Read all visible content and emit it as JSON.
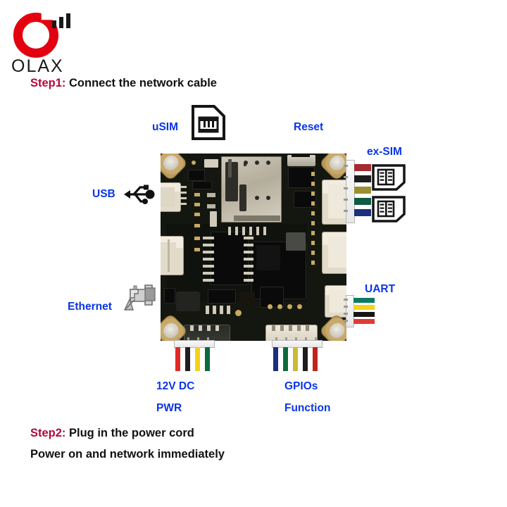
{
  "brand": {
    "name": "OLAX",
    "logo_colors": {
      "ring": "#e3000f",
      "bars": "#1a1a1a",
      "wordmark": "#1a1a1a"
    },
    "icons": {
      "ring": "olax-ring-logo",
      "bars": "signal-bars-icon"
    }
  },
  "colors": {
    "step_tag": "#b3063a",
    "step_text": "#111111",
    "callout_label": "#0a35e8",
    "pcb_board": "#0d0f0c"
  },
  "steps": [
    {
      "tag": "Step1:",
      "text": "Connect the network cable"
    },
    {
      "tag": "Step2:",
      "text": "Plug in the power cord"
    }
  ],
  "step2_extra_line": "Power on and network immediately",
  "callouts": {
    "usim": "uSIM",
    "reset": "Reset",
    "ex_sim": "ex-SIM",
    "usb": "USB",
    "uart": "UART",
    "ethernet": "Ethernet",
    "pwr_line1": "12V DC",
    "pwr_line2": "PWR",
    "gpio_line1": "GPIOs",
    "gpio_line2": "Function"
  },
  "icon_names": {
    "usim": "sim-card-icon",
    "usb": "usb-trident-icon",
    "ethernet": "rj45-ethernet-connector-icon",
    "ex_sim_1": "sim-card-icon",
    "ex_sim_2": "sim-card-icon"
  },
  "harnesses": {
    "ex_sim": {
      "label": "ex-SIM",
      "wire_count": 5,
      "wire_colors": [
        "#a32b32",
        "#1c1c1c",
        "#9a8f32",
        "#0c5c42",
        "#1b2f7a"
      ]
    },
    "uart": {
      "label": "UART",
      "wire_count": 4,
      "wire_colors": [
        "#0b7a63",
        "#f2d21a",
        "#141414",
        "#e03a33"
      ]
    },
    "power": {
      "label": "12V DC PWR",
      "wire_count": 4,
      "wire_colors": [
        "#e02a25",
        "#1e1e1e",
        "#f2d21a",
        "#0c6b3d"
      ]
    },
    "gpio": {
      "label": "GPIOs Function",
      "wire_count": 5,
      "wire_colors": [
        "#1b2f7a",
        "#0c6b3d",
        "#c9bc33",
        "#1e1e1e",
        "#c0241f"
      ]
    }
  },
  "board": {
    "name": "router-module-pcb",
    "description": "LTE router module board, top view"
  }
}
